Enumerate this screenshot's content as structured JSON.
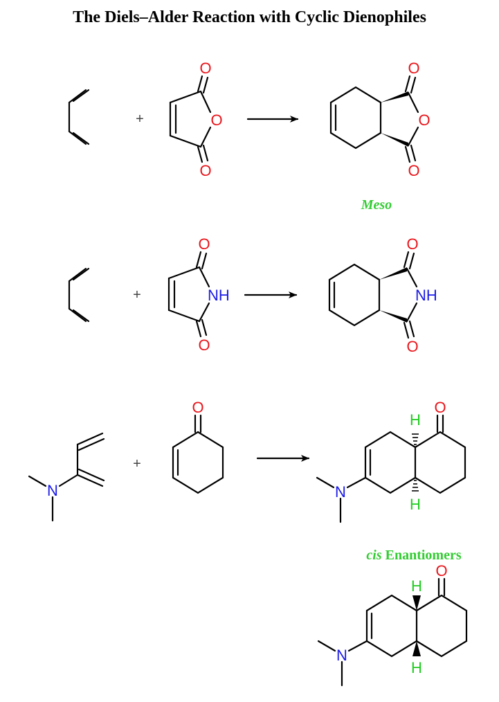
{
  "title": "The Diels–Alder Reaction with Cyclic Dienophiles",
  "labels": {
    "plus": "+",
    "oxygen": "O",
    "nitrogen": "N",
    "hydrogen": "H",
    "nh": "NH"
  },
  "captions": {
    "meso": "Meso",
    "cis": "cis",
    "enantiomers": "Enantiomers"
  },
  "colors": {
    "oxygen": "#e8141a",
    "nitrogen": "#1a1ae6",
    "hydrogen": "#1fcc1f",
    "caption": "#33cc33"
  }
}
